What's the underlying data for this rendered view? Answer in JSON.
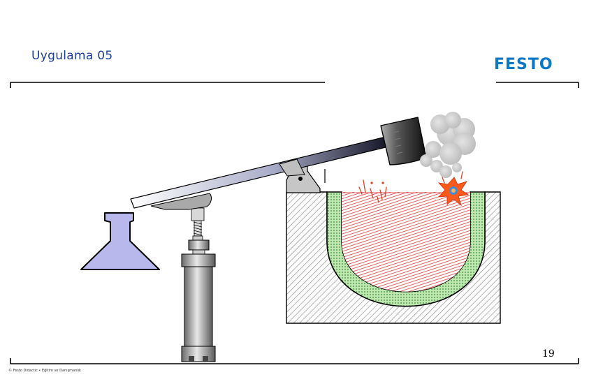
{
  "slide": {
    "title": "Uygulama 05",
    "logo_text": "FESTO",
    "page_number": "19",
    "footer": "© Festo Didactic • Eğitim ve Danışmanlık"
  },
  "colors": {
    "title": "#1a3d9a",
    "logo": "#0a78c8",
    "flask": "#b8b8ec",
    "coating": "#bfe8b0",
    "liquid_lines": "#e05050",
    "flame": "#ff5a1a"
  }
}
